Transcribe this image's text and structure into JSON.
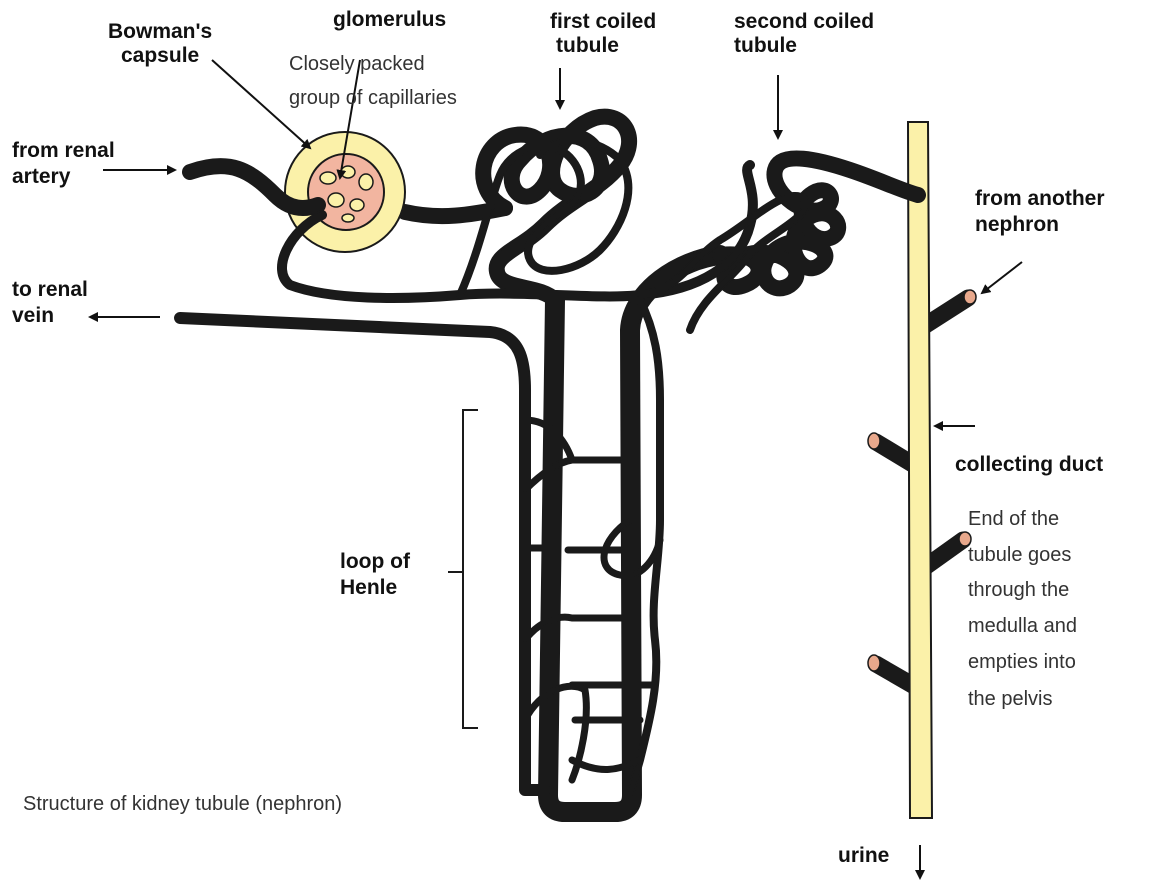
{
  "colors": {
    "tubule": "#FBF1A9",
    "artery": "#D9541A",
    "vein": "#6FB6E6",
    "glomerulus": "#F2B5A0",
    "outline": "#1a1a1a"
  },
  "labels": {
    "bowmans_capsule": [
      "Bowman's",
      "capsule"
    ],
    "glomerulus": "glomerulus",
    "glomerulus_note": [
      "Closely packed",
      "group of capillaries"
    ],
    "first_coiled": [
      "first coiled",
      "tubule"
    ],
    "second_coiled": [
      "second coiled",
      "tubule"
    ],
    "from_renal_artery": [
      "from renal",
      "artery"
    ],
    "to_renal_vein": [
      "to renal",
      "vein"
    ],
    "from_another_nephron": [
      "from another",
      "nephron"
    ],
    "collecting_duct": "collecting duct",
    "duct_note": [
      "End of the",
      "tubule goes",
      "through the",
      "medulla and",
      "empties into",
      "the pelvis"
    ],
    "loop_of_henle": [
      "loop of",
      "Henle"
    ],
    "caption": "Structure of kidney tubule (nephron)",
    "urine": "urine"
  }
}
